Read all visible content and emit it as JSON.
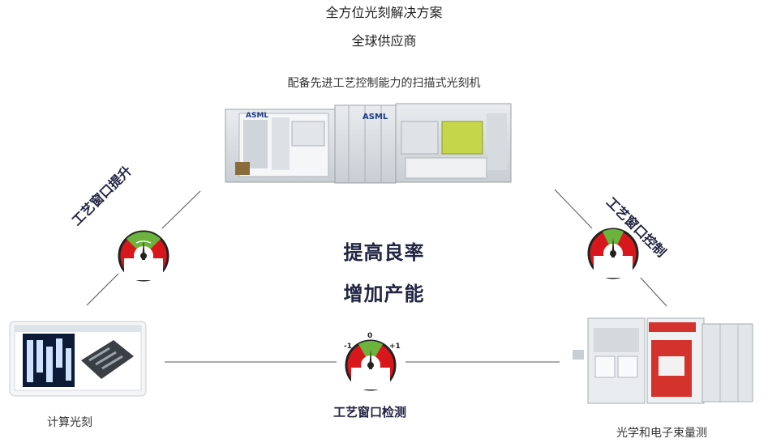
{
  "header": {
    "title_line1": "全方位光刻解决方案",
    "title_line2": "全球供应商",
    "scanner_caption": "配备先进工艺控制能力的扫描式光刻机"
  },
  "center": {
    "line1": "提高良率",
    "line2": "增加产能"
  },
  "labels": {
    "left_edge": "工艺窗口提升",
    "right_edge": "工艺窗口控制",
    "bottom_edge": "工艺窗口检测",
    "computational": "计算光刻",
    "metrology": "光学和电子束量测"
  },
  "gauge": {
    "minus": "-1",
    "zero": "0",
    "plus": "+1"
  },
  "scanner": {
    "brand_left": "ASML",
    "brand_right": "ASML"
  },
  "colors": {
    "navy": "#222544",
    "gauge_red": "#d8171c",
    "gauge_green": "#6cb33e",
    "machine_red": "#d4322c"
  }
}
